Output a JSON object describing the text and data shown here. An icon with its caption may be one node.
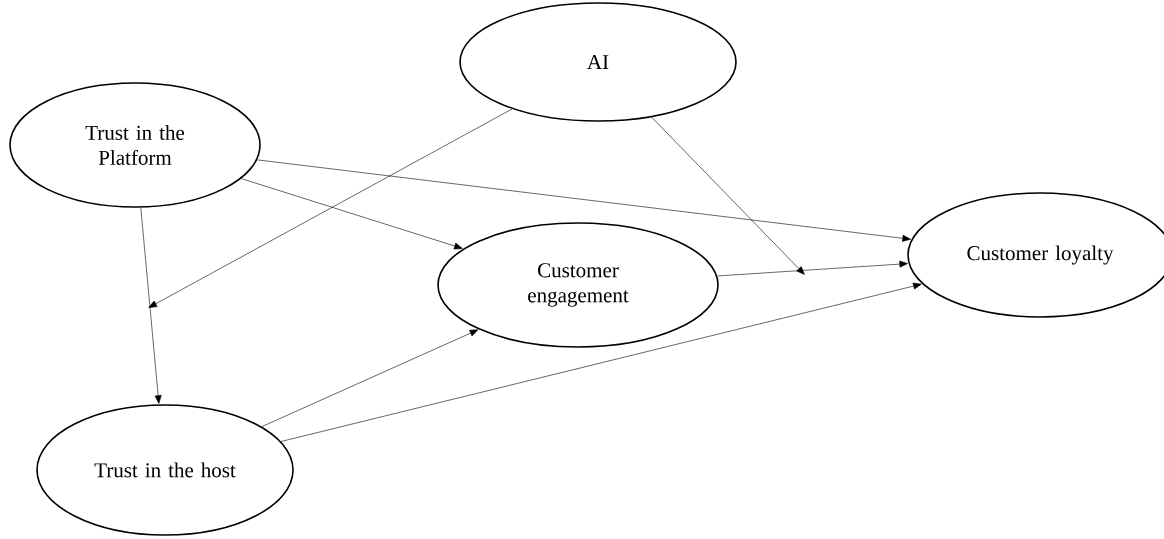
{
  "diagram": {
    "nodes": [
      {
        "text": [
          "Trust in the Platform"
        ]
      },
      {
        "text": [
          "AI"
        ]
      },
      {
        "text": [
          "Customer engagement"
        ]
      },
      {
        "text": [
          "Customer loyalty"
        ]
      },
      {
        "text": [
          "Trust in the host"
        ]
      }
    ],
    "edges": [
      {
        "from": 0,
        "to": 4,
        "arrow": "to"
      },
      {
        "from": 0,
        "to": 3,
        "arrow": "to"
      },
      {
        "from": 0,
        "to": 2,
        "arrow": "to"
      },
      {
        "from": 1,
        "to": null,
        "arrow": "to"
      },
      {
        "from": 1,
        "to": null,
        "arrow": "to"
      },
      {
        "from": 2,
        "to": 3,
        "arrow": "to"
      },
      {
        "from": 4,
        "to": 2,
        "arrow": "to"
      },
      {
        "from": 4,
        "to": 3,
        "arrow": "to"
      }
    ]
  }
}
